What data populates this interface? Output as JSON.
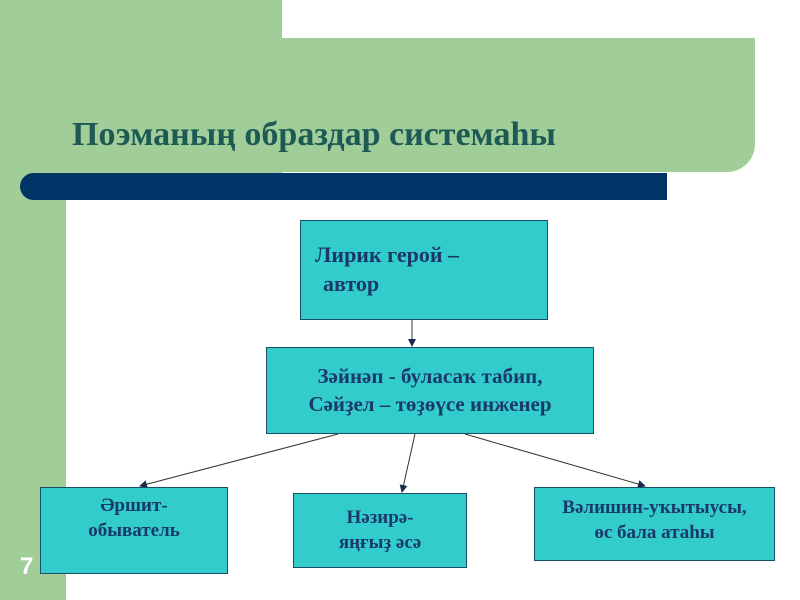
{
  "title": "Поэманың образдар системаһы",
  "slide_number": "7",
  "nodes": {
    "lyric_hero": [
      "Лирик герой –",
      "автор"
    ],
    "zainap": [
      "Зәйнәп - буласаҡ табип,",
      "Сәйҙел – төҙөүсе инженер"
    ],
    "arshit": [
      "Әршит-",
      "обыватель"
    ],
    "nazira": [
      "Нәзирә-",
      "яңғыҙ әсә"
    ],
    "valishin": [
      "Вәлишин-уҡытыусы,",
      "өс бала атаһы"
    ]
  },
  "colors": {
    "green": "#a0cd98",
    "navy": "#003366",
    "box": "#33cccc",
    "text": "#1a3a66"
  }
}
